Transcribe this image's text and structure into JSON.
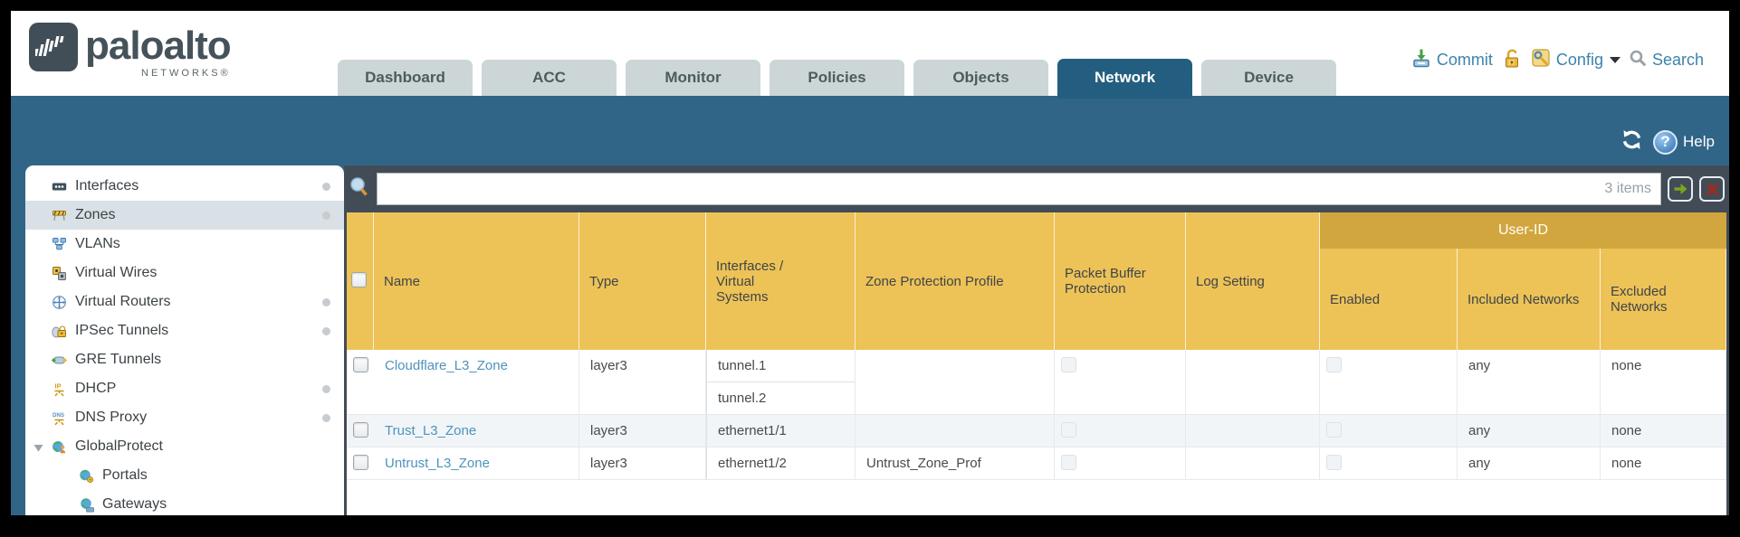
{
  "brand": {
    "wordmark": "paloalto",
    "sub": "NETWORKS®"
  },
  "tabs": [
    {
      "label": "Dashboard",
      "active": false
    },
    {
      "label": "ACC",
      "active": false
    },
    {
      "label": "Monitor",
      "active": false
    },
    {
      "label": "Policies",
      "active": false
    },
    {
      "label": "Objects",
      "active": false
    },
    {
      "label": "Network",
      "active": true
    },
    {
      "label": "Device",
      "active": false
    }
  ],
  "actions": {
    "commit_label": "Commit",
    "config_label": "Config",
    "search_label": "Search"
  },
  "band": {
    "help_label": "Help"
  },
  "sidebar": {
    "items": [
      {
        "label": "Interfaces",
        "icon": "interfaces-icon",
        "dot": true,
        "selected": false,
        "child": false,
        "expandable": false
      },
      {
        "label": "Zones",
        "icon": "zones-icon",
        "dot": true,
        "selected": true,
        "child": false,
        "expandable": false
      },
      {
        "label": "VLANs",
        "icon": "vlans-icon",
        "dot": false,
        "selected": false,
        "child": false,
        "expandable": false
      },
      {
        "label": "Virtual Wires",
        "icon": "virtual-wires-icon",
        "dot": false,
        "selected": false,
        "child": false,
        "expandable": false
      },
      {
        "label": "Virtual Routers",
        "icon": "virtual-routers-icon",
        "dot": true,
        "selected": false,
        "child": false,
        "expandable": false
      },
      {
        "label": "IPSec Tunnels",
        "icon": "ipsec-tunnels-icon",
        "dot": true,
        "selected": false,
        "child": false,
        "expandable": false
      },
      {
        "label": "GRE Tunnels",
        "icon": "gre-tunnels-icon",
        "dot": false,
        "selected": false,
        "child": false,
        "expandable": false
      },
      {
        "label": "DHCP",
        "icon": "dhcp-icon",
        "dot": true,
        "selected": false,
        "child": false,
        "expandable": false
      },
      {
        "label": "DNS Proxy",
        "icon": "dns-proxy-icon",
        "dot": true,
        "selected": false,
        "child": false,
        "expandable": false
      },
      {
        "label": "GlobalProtect",
        "icon": "globalprotect-icon",
        "dot": false,
        "selected": false,
        "child": false,
        "expandable": true
      },
      {
        "label": "Portals",
        "icon": "portals-icon",
        "dot": false,
        "selected": false,
        "child": true,
        "expandable": false
      },
      {
        "label": "Gateways",
        "icon": "gateways-icon",
        "dot": false,
        "selected": false,
        "child": true,
        "expandable": false
      }
    ]
  },
  "toolbar": {
    "search_value": "",
    "items_count": "3 items"
  },
  "table": {
    "group_header": "User-ID",
    "columns": [
      "Name",
      "Type",
      "Interfaces / Virtual Systems",
      "Zone Protection Profile",
      "Packet Buffer Protection",
      "Log Setting",
      "Enabled",
      "Included Networks",
      "Excluded Networks"
    ],
    "rows": [
      {
        "name": "Cloudflare_L3_Zone",
        "type": "layer3",
        "interfaces": [
          "tunnel.1",
          "tunnel.2"
        ],
        "zone_protection_profile": "",
        "packet_buffer_protection": false,
        "log_setting": "",
        "user_id_enabled": false,
        "included_networks": "any",
        "excluded_networks": "none",
        "shade": false
      },
      {
        "name": "Trust_L3_Zone",
        "type": "layer3",
        "interfaces": [
          "ethernet1/1"
        ],
        "zone_protection_profile": "",
        "packet_buffer_protection": false,
        "log_setting": "",
        "user_id_enabled": false,
        "included_networks": "any",
        "excluded_networks": "none",
        "shade": true
      },
      {
        "name": "Untrust_L3_Zone",
        "type": "layer3",
        "interfaces": [
          "ethernet1/2"
        ],
        "zone_protection_profile": "Untrust_Zone_Prof",
        "packet_buffer_protection": false,
        "log_setting": "",
        "user_id_enabled": false,
        "included_networks": "any",
        "excluded_networks": "none",
        "shade": false
      }
    ]
  },
  "colors": {
    "header_gold": "#EDC257",
    "user_id_gold": "#D2A63E",
    "teal_band": "#316587",
    "active_tab": "#235E80",
    "slate_panel": "#424C57",
    "link_blue": "#4E93BC",
    "tab_gray": "#CDD6D7"
  }
}
